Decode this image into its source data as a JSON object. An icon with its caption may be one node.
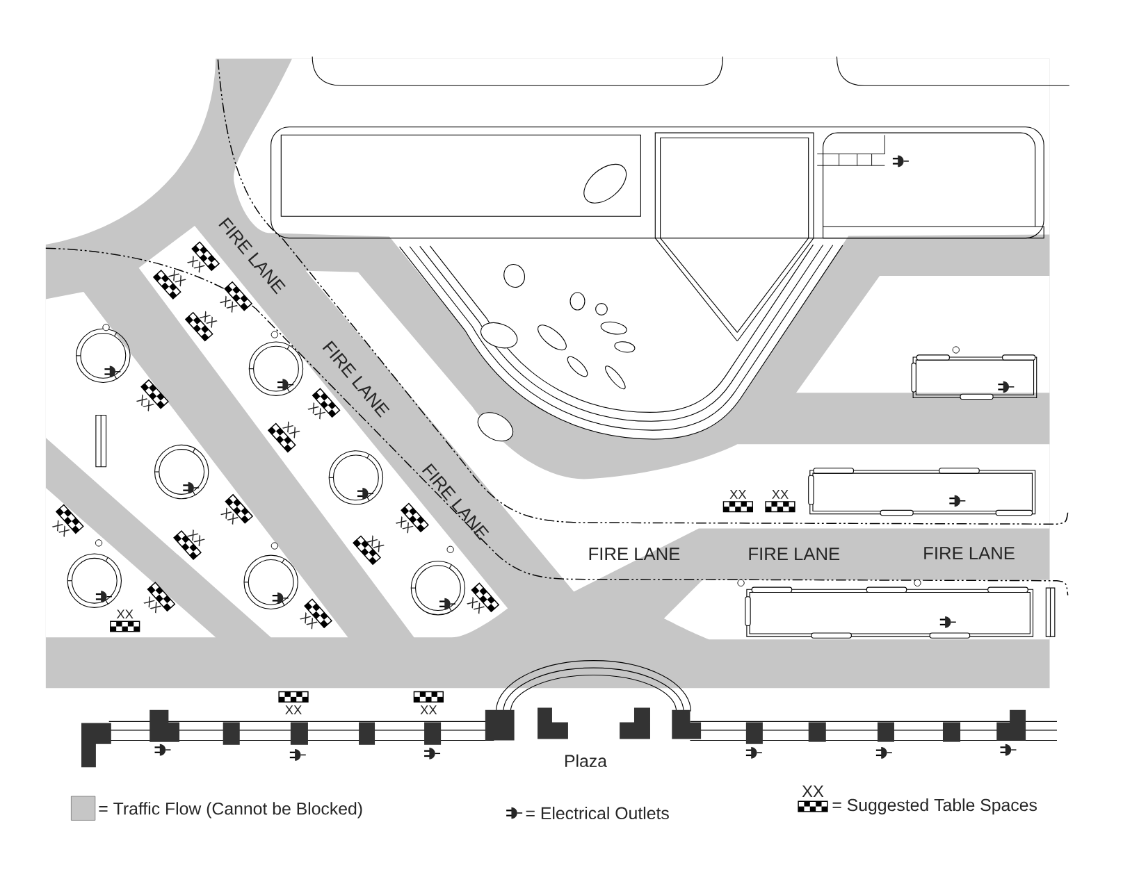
{
  "diagram": {
    "labels": [
      "FIRE LANE",
      "XX",
      "XX",
      "XX",
      "XX",
      "FIRE LANE",
      "XX",
      "XX",
      "XX",
      "FIRE LANE",
      "XX",
      "XX",
      "XX",
      "XX",
      "XX",
      "XX",
      "XX",
      "FIRE LANE",
      "FIRE LANE",
      "FIRE LANE",
      "XX",
      "XX",
      "XX",
      "XX",
      "XX",
      "XX",
      "Plaza",
      "XX"
    ],
    "legend": [
      {
        "text": "= Traffic Flow (Cannot be Blocked)",
        "color": "#c6c6c6"
      },
      {
        "text": "= Electrical Outlets"
      },
      {
        "text": "= Suggested Table Spaces"
      }
    ]
  }
}
